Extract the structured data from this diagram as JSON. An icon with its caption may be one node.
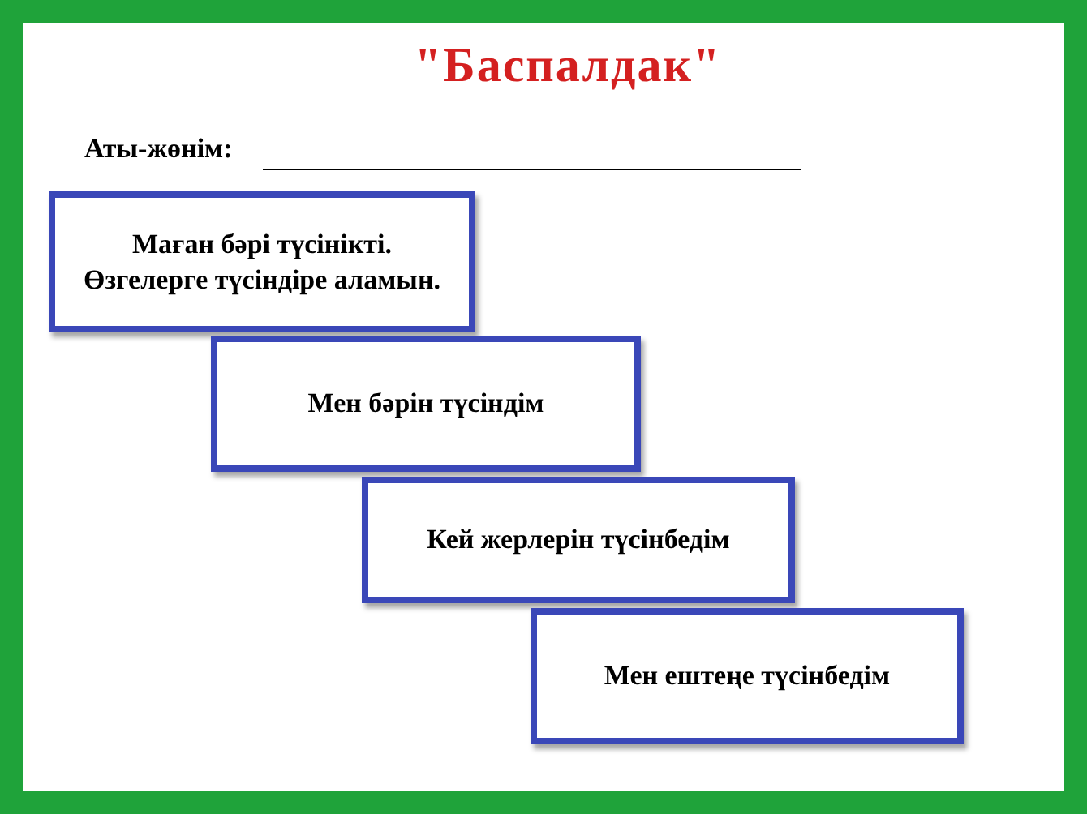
{
  "diagram": {
    "title": "\"Баспалдак\"",
    "nodes": [
      {
        "text": [
          "Маған бәрі түсінікті. Өзгелерге түсіндіре аламын."
        ]
      },
      {
        "text": [
          "Мен бәрін түсіндім"
        ]
      },
      {
        "text": [
          "Кей жерлерін түсінбедім"
        ]
      },
      {
        "text": [
          "Мен ештеңе түсінбедім"
        ]
      }
    ],
    "labels": [
      "Аты-жөнім:"
    ]
  }
}
